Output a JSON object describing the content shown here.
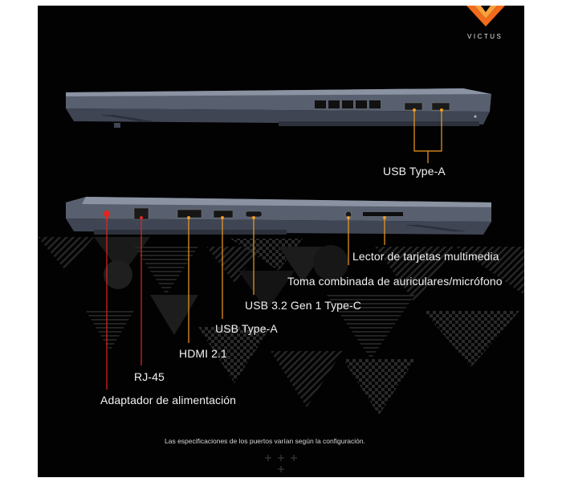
{
  "brand": {
    "name": "VICTUS",
    "logo_icon": "victus-v-logo",
    "colors": {
      "logo_primary": "#f26a1b",
      "logo_secondary": "#f7a23a",
      "accent_line": "#f29b21",
      "power_dot": "#e2261f",
      "chassis": "#6b7385"
    }
  },
  "views": {
    "top": {
      "name": "right-side-view",
      "ports": [
        {
          "id": "usb-a-1",
          "label_ref": "usb_type_a_top"
        },
        {
          "id": "usb-a-2",
          "label_ref": "usb_type_a_top"
        }
      ]
    },
    "bottom": {
      "name": "left-side-view"
    }
  },
  "labels": {
    "usb_type_a_top": "USB Type-A",
    "card_reader": "Lector de tarjetas multimedia",
    "combo_jack": "Toma combinada de auriculares/micrófono",
    "usb_c": "USB 3.2 Gen 1 Type-C",
    "usb_type_a_left": "USB Type-A",
    "hdmi": "HDMI 2.1",
    "rj45": "RJ-45",
    "power": "Adaptador de alimentación"
  },
  "footnote": "Las especificaciones de los puertos varían según la configuración.",
  "decor": {
    "plus_icon": "plus-signs-icon"
  }
}
